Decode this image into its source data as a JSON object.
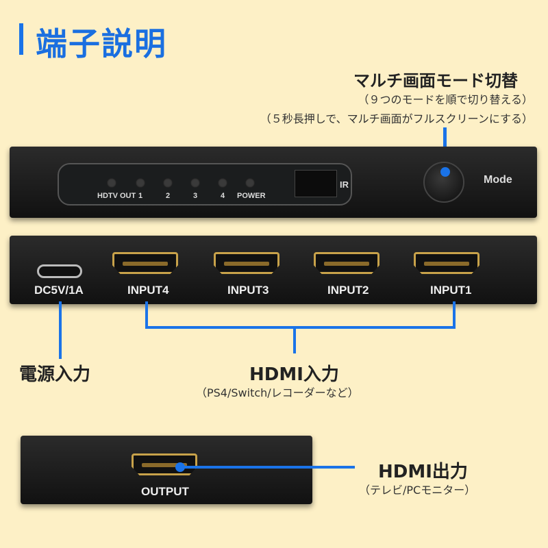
{
  "title": "端子説明",
  "mode_section": {
    "heading": "マルチ画面モード切替",
    "note1": "（９つのモードを順で切り替える）",
    "note2": "（５秒長押しで、マルチ画面がフルスクリーンにする）"
  },
  "front_panel": {
    "leds": [
      "HDTV OUT",
      "1",
      "2",
      "3",
      "4",
      "POWER"
    ],
    "ir_label": "IR",
    "mode_label": "Mode"
  },
  "back_panel": {
    "power_port_label": "DC5V/1A",
    "hdmi_inputs": [
      "INPUT4",
      "INPUT3",
      "INPUT2",
      "INPUT1"
    ]
  },
  "power_callout": {
    "heading": "電源入力"
  },
  "hdmi_in_callout": {
    "heading": "HDMI入力",
    "note": "（PS4/Switch/レコーダーなど）"
  },
  "output_panel": {
    "port_label": "OUTPUT"
  },
  "hdmi_out_callout": {
    "heading": "HDMI出力",
    "note": "（テレビ/PCモニター）"
  },
  "colors": {
    "accent": "#1a73e8",
    "background": "#fdf0c6",
    "connector_gold": "#c8a24a"
  }
}
